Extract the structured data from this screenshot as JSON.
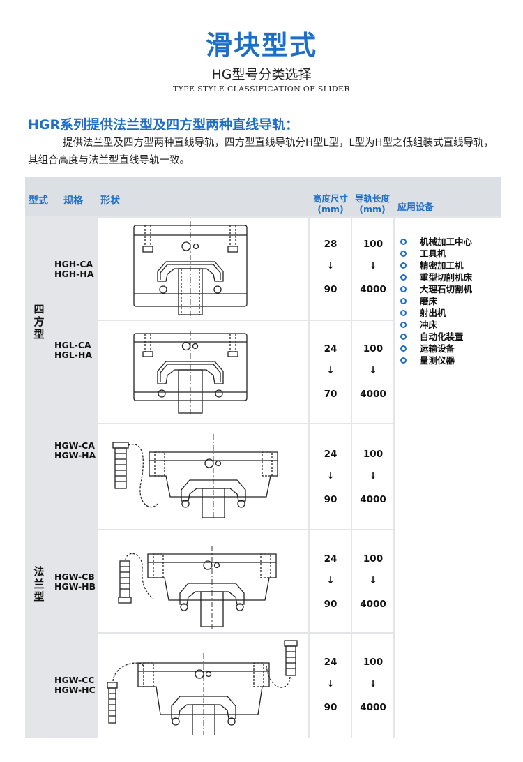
{
  "page": {
    "title": "滑块型式",
    "subtitle": "HG型号分类选择",
    "en_subtitle": "TYPE STYLE CLASSIFICATION OF SLIDER"
  },
  "intro": {
    "heading": "HGR系列提供法兰型及四方型两种直线导轨：",
    "text": "提供法兰型及四方型两种直线导轨，四方型直线导轨分H型L型，L型为H型之低组装式直线导轨，其组合高度与法兰型直线导轨一致。"
  },
  "table": {
    "headers": {
      "type": "型式",
      "spec": "规格",
      "shape": "形状",
      "height_line1": "高度尺寸",
      "height_line2": "(mm)",
      "length_line1": "导轨长度",
      "length_line2": "(mm)",
      "application": "应用设备"
    },
    "groups": [
      {
        "label_chars": [
          "四",
          "方",
          "型"
        ]
      },
      {
        "label_chars": [
          "法",
          "兰",
          "型"
        ]
      }
    ],
    "rows": [
      {
        "spec1": "HGH-CA",
        "spec2": "HGH-HA",
        "h_min": "28",
        "h_max": "90",
        "l_min": "100",
        "l_max": "4000",
        "arrow": "↓"
      },
      {
        "spec1": "HGL-CA",
        "spec2": "HGL-HA",
        "h_min": "24",
        "h_max": "70",
        "l_min": "100",
        "l_max": "4000",
        "arrow": "↓"
      },
      {
        "spec1": "HGW-CA",
        "spec2": "HGW-HA",
        "h_min": "24",
        "h_max": "90",
        "l_min": "100",
        "l_max": "4000",
        "arrow": "↓"
      },
      {
        "spec1": "HGW-CB",
        "spec2": "HGW-HB",
        "h_min": "24",
        "h_max": "90",
        "l_min": "100",
        "l_max": "4000",
        "arrow": "↓"
      },
      {
        "spec1": "HGW-CC",
        "spec2": "HGW-HC",
        "h_min": "24",
        "h_max": "90",
        "l_min": "100",
        "l_max": "4000",
        "arrow": "↓"
      }
    ],
    "applications": [
      "机械加工中心",
      "工具机",
      "精密加工机",
      "重型切削机床",
      "大理石切割机",
      "磨床",
      "射出机",
      "冲床",
      "自动化装置",
      "运输设备",
      "量测仪器"
    ],
    "accent_color": "#1d6ec7"
  }
}
